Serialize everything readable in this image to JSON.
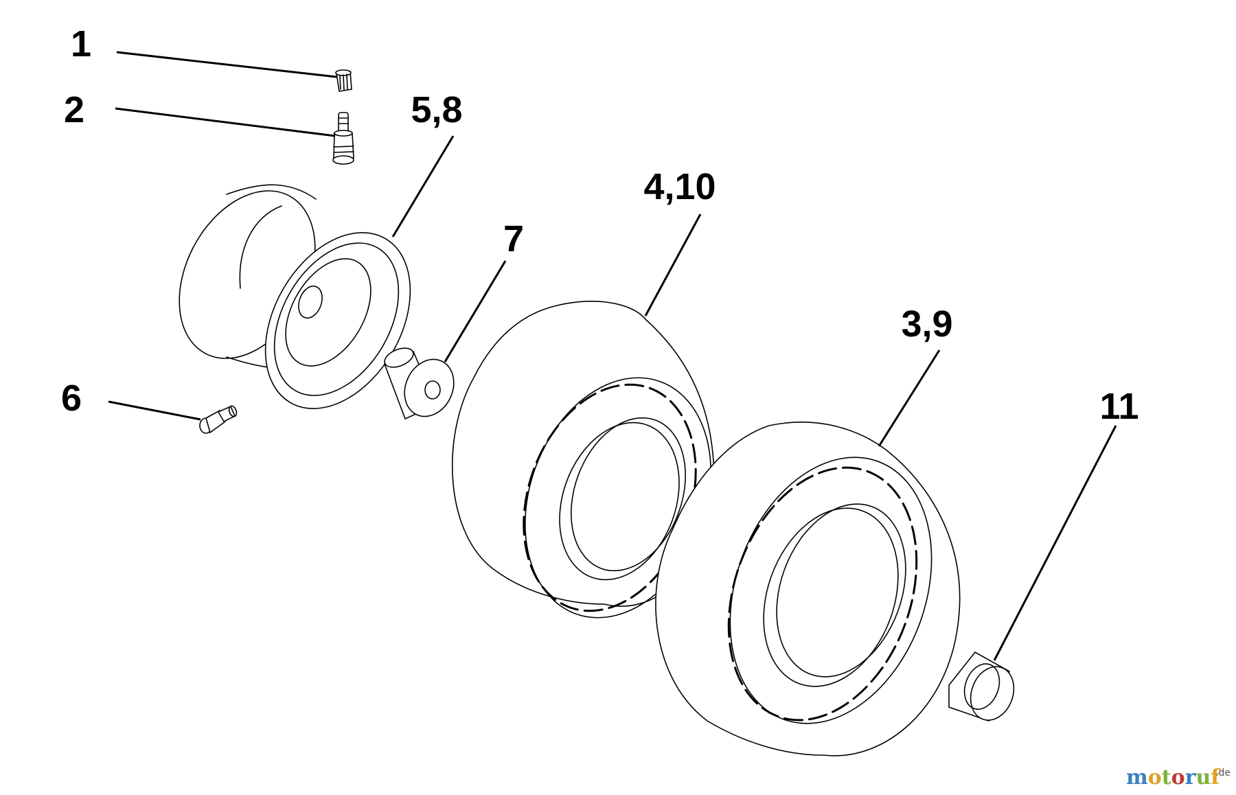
{
  "callouts": {
    "c1": "1",
    "c2": "2",
    "c58": "5,8",
    "c410": "4,10",
    "c7": "7",
    "c39": "3,9",
    "c6": "6",
    "c11": "11"
  },
  "watermark": {
    "text_main": "motoruf",
    "text_suffix": ".de",
    "colors": {
      "m": "#3b7fc1",
      "o1": "#e0a020",
      "t": "#7bb33a",
      "o2": "#c03a3a",
      "r": "#3b7fc1",
      "u": "#7bb33a",
      "f": "#e0a020",
      "suffix": "#555555"
    }
  },
  "icons": {
    "valve-cap": "valve-cap-icon",
    "valve-stem": "valve-stem-icon",
    "wheel-rim": "wheel-rim-icon",
    "grease-fitting": "grease-fitting-icon",
    "flange-bushing": "flange-bushing-icon",
    "tire": "tire-icon",
    "bushing": "bushing-icon"
  }
}
